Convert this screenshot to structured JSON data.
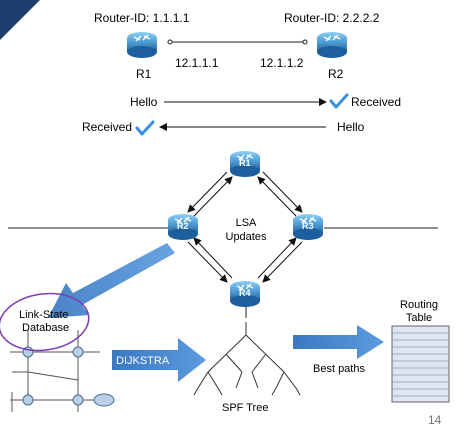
{
  "top": {
    "r1": {
      "router_id": "Router-ID: 1.1.1.1",
      "name": "R1",
      "ip": "12.1.1.1"
    },
    "r2": {
      "router_id": "Router-ID: 2.2.2.2",
      "name": "R2",
      "ip": "12.1.1.2"
    }
  },
  "hello_exchange": [
    {
      "left": "Hello",
      "right": "Received"
    },
    {
      "left": "Received",
      "right": "Hello"
    }
  ],
  "lsa": {
    "routers": [
      "R1",
      "R2",
      "R3",
      "R4"
    ],
    "center_line1": "LSA",
    "center_line2": "Updates"
  },
  "lsdb": {
    "line1": "Link-State",
    "line2": "Database"
  },
  "dijkstra_label": "DIJKSTRA",
  "spf_tree_label": "SPF Tree",
  "best_paths_label": "Best paths",
  "routing_table": {
    "line1": "Routing",
    "line2": "Table"
  },
  "page_number": "14",
  "colors": {
    "accent": "#2f6fb6",
    "router_dark": "#1f5f9a",
    "router_light": "#4fa3dd",
    "check": "#3a8fe0",
    "circle": "#7a3cb4"
  }
}
